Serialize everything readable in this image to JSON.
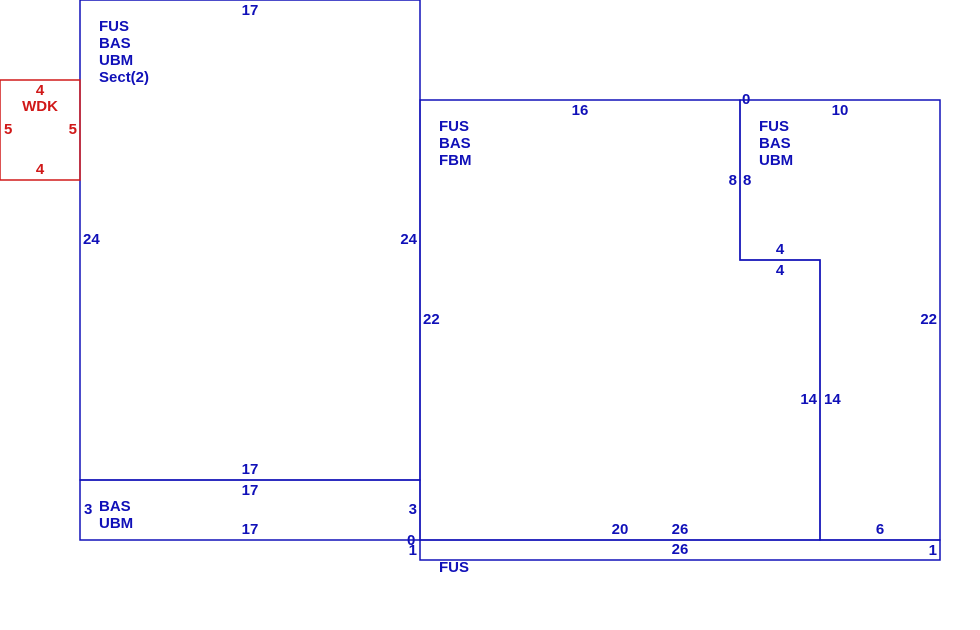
{
  "colors": {
    "main": "#1010b8",
    "deck": "#d01818",
    "background": "#ffffff"
  },
  "sections": {
    "main_upper": {
      "codes": [
        "FUS",
        "BAS",
        "UBM",
        "Sect(2)"
      ],
      "top": "17",
      "bottom": "17",
      "left": "24",
      "right": "24"
    },
    "main_lower_strip": {
      "codes": [
        "BAS",
        "UBM"
      ],
      "top": "17",
      "bottom": "17",
      "left": "3",
      "right": "3"
    },
    "wood_deck": {
      "codes": [
        "WDK"
      ],
      "top": "4",
      "bottom": "4",
      "left": "5",
      "right": "5"
    },
    "center_section": {
      "codes": [
        "FUS",
        "BAS",
        "FBM"
      ],
      "top": "16",
      "left": "22",
      "bottom_left": "20",
      "bottom_right": "26",
      "corner_top": "0",
      "corner_bottom_left": "0",
      "side_inner": "8"
    },
    "right_section": {
      "codes": [
        "FUS",
        "BAS",
        "UBM"
      ],
      "top": "10",
      "right": "22",
      "left": "8",
      "step_top": "4",
      "step_bottom": "4",
      "inner_left": "14",
      "inner_right": "14",
      "bottom": "6"
    },
    "bottom_strip": {
      "codes": [
        "FUS"
      ],
      "top": "26",
      "left": "1",
      "right": "1"
    }
  }
}
